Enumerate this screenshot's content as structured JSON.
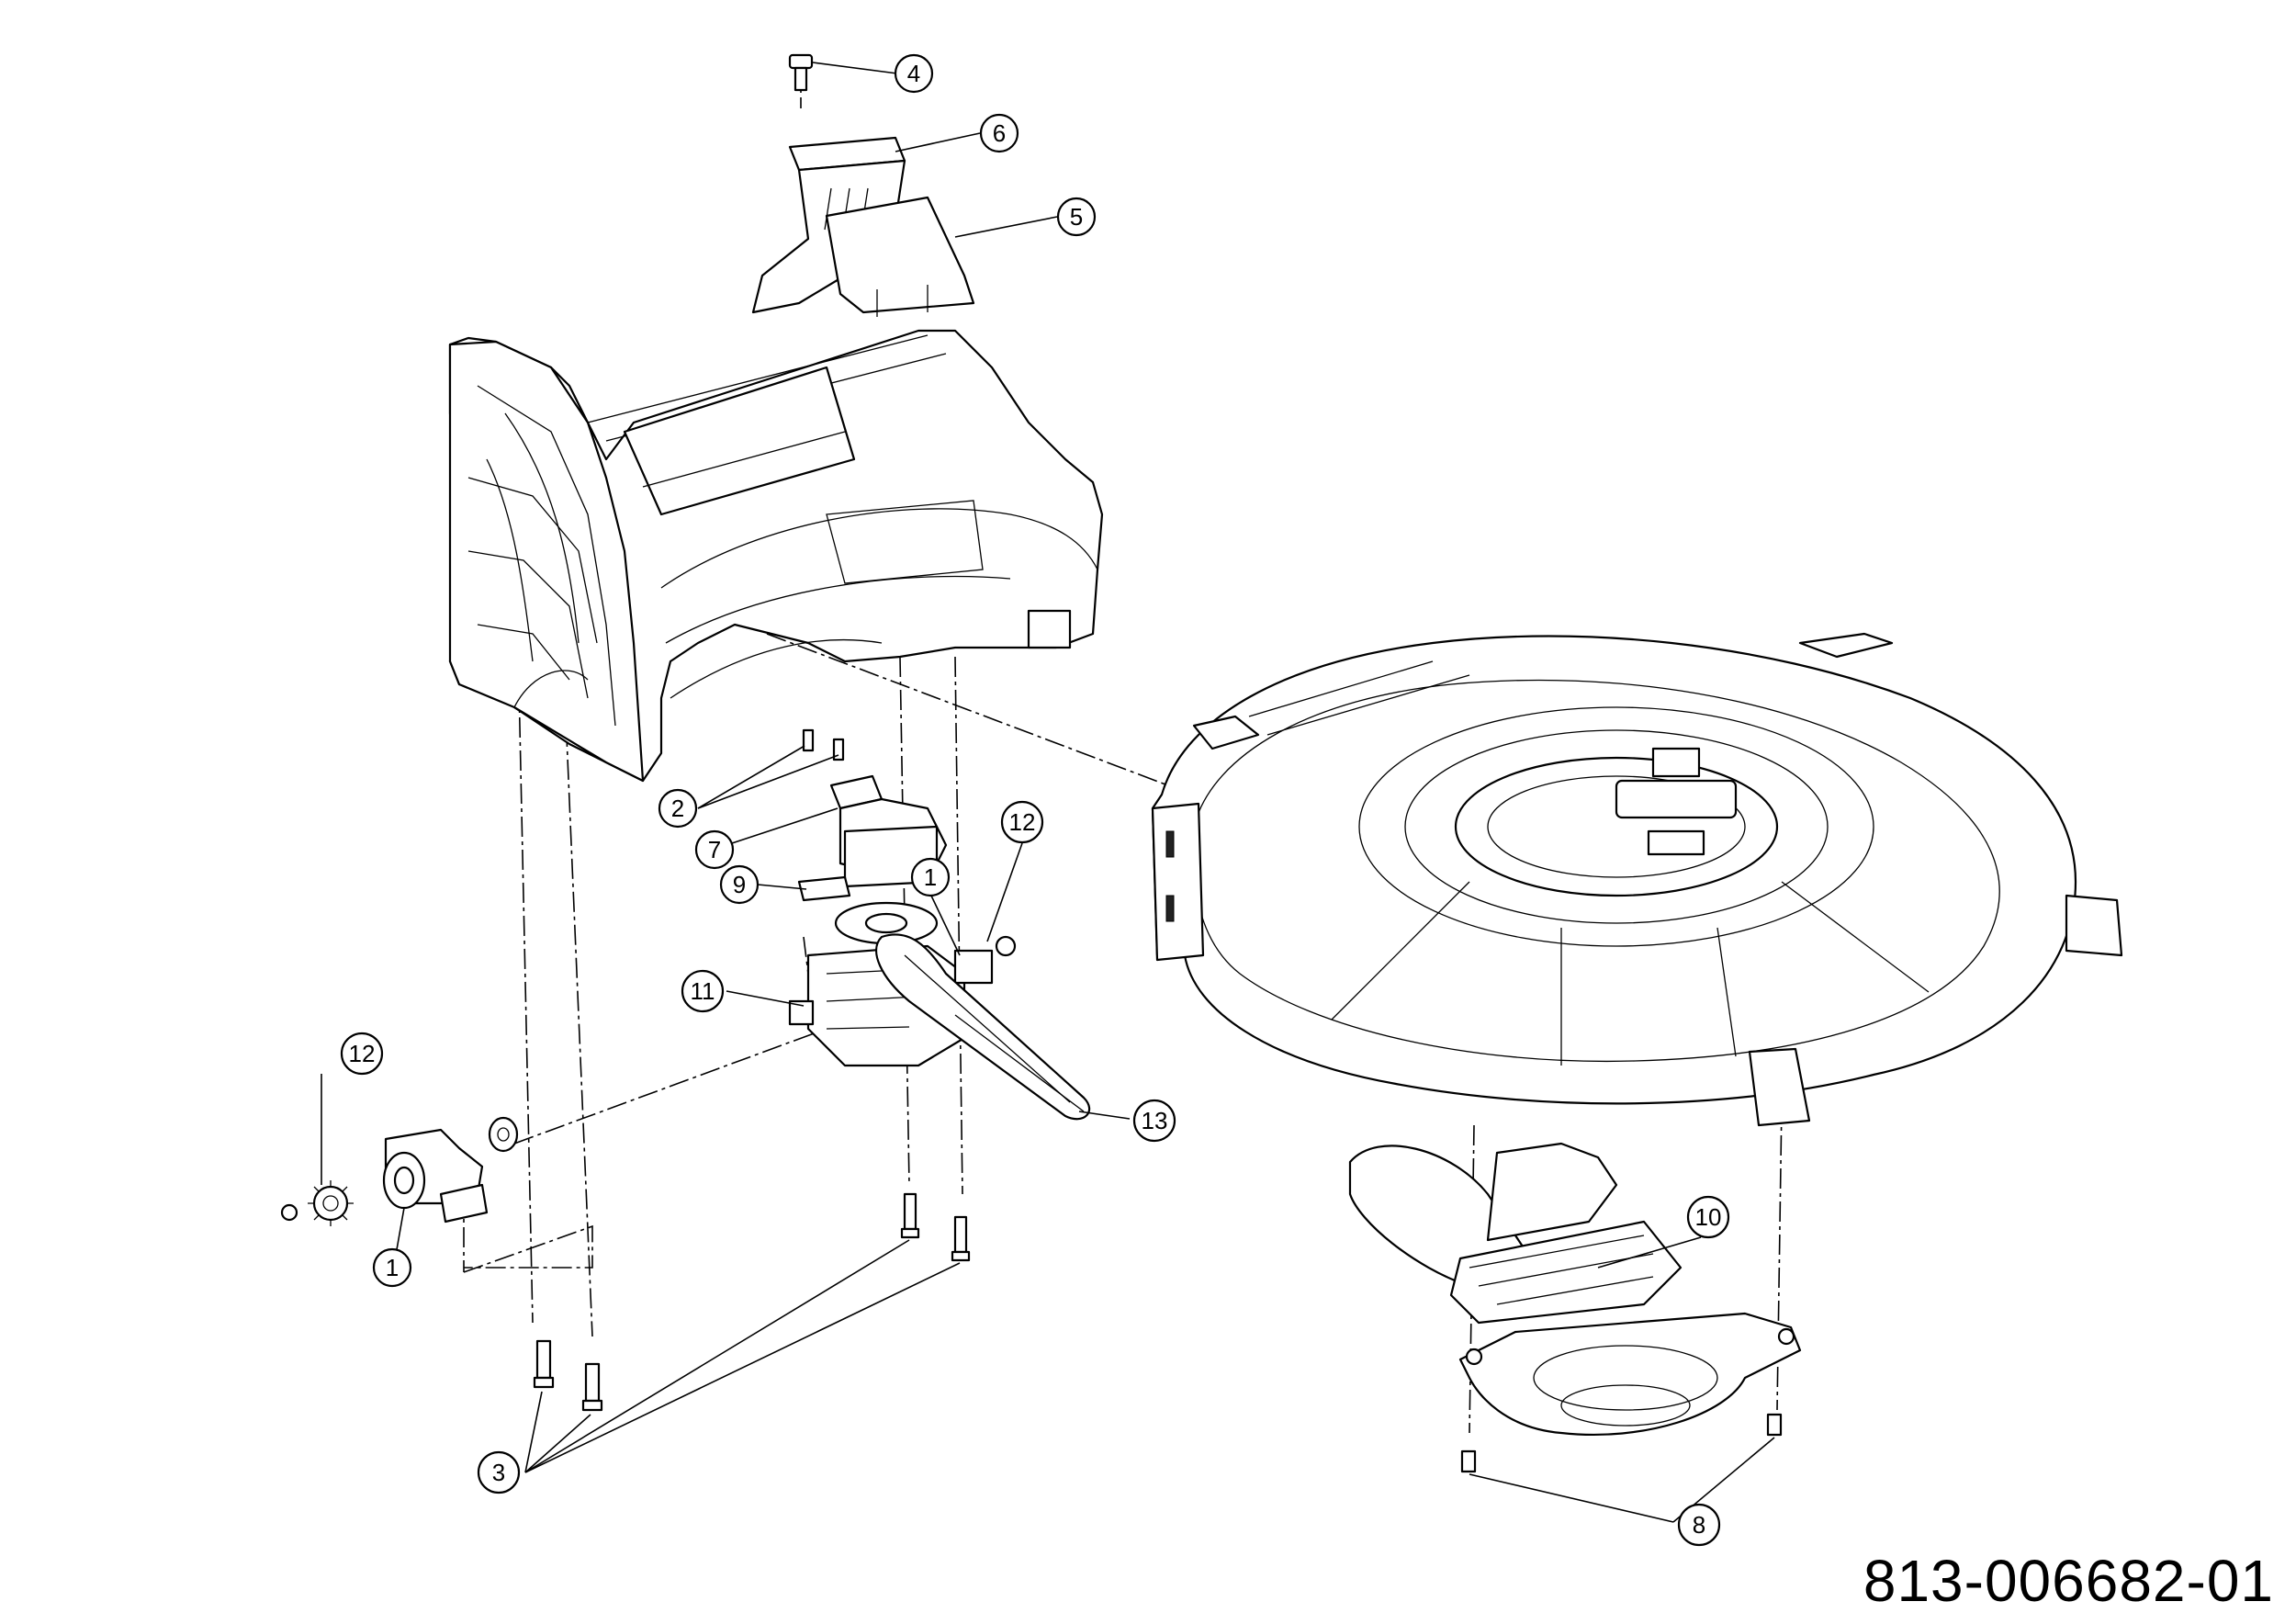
{
  "document_number": "813-006682-01",
  "callouts": [
    {
      "id": "c4",
      "label": "4"
    },
    {
      "id": "c6",
      "label": "6"
    },
    {
      "id": "c5",
      "label": "5"
    },
    {
      "id": "c2",
      "label": "2"
    },
    {
      "id": "c7",
      "label": "7"
    },
    {
      "id": "c9",
      "label": "9"
    },
    {
      "id": "c1a",
      "label": "1"
    },
    {
      "id": "c12a",
      "label": "12"
    },
    {
      "id": "c11",
      "label": "11"
    },
    {
      "id": "c12b",
      "label": "12"
    },
    {
      "id": "c13",
      "label": "13"
    },
    {
      "id": "c1b",
      "label": "1"
    },
    {
      "id": "c10",
      "label": "10"
    },
    {
      "id": "c3",
      "label": "3"
    },
    {
      "id": "c8",
      "label": "8"
    }
  ]
}
